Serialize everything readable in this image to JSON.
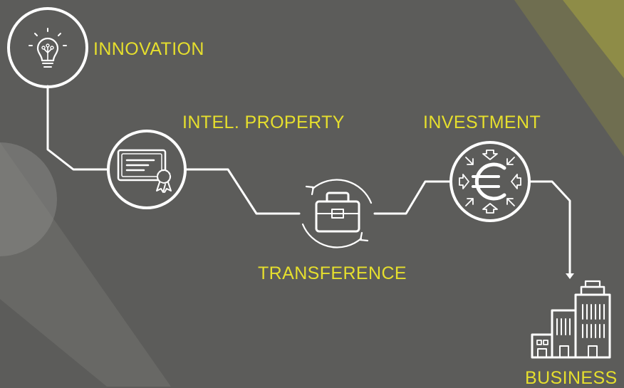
{
  "diagram": {
    "steps": [
      {
        "id": "innovation",
        "label": "INNOVATION",
        "icon": "lightbulb-icon"
      },
      {
        "id": "intel_property",
        "label": "INTEL. PROPERTY",
        "icon": "certificate-icon"
      },
      {
        "id": "transference",
        "label": "TRANSFERENCE",
        "icon": "briefcase-icon"
      },
      {
        "id": "investment",
        "label": "INVESTMENT",
        "icon": "euro-icon"
      },
      {
        "id": "business",
        "label": "BUSINESS",
        "icon": "buildings-icon"
      }
    ]
  },
  "colors": {
    "background": "#5c5c5a",
    "label": "#e6df2d",
    "line": "#ffffff",
    "accent_shape": "#a8a63f"
  }
}
